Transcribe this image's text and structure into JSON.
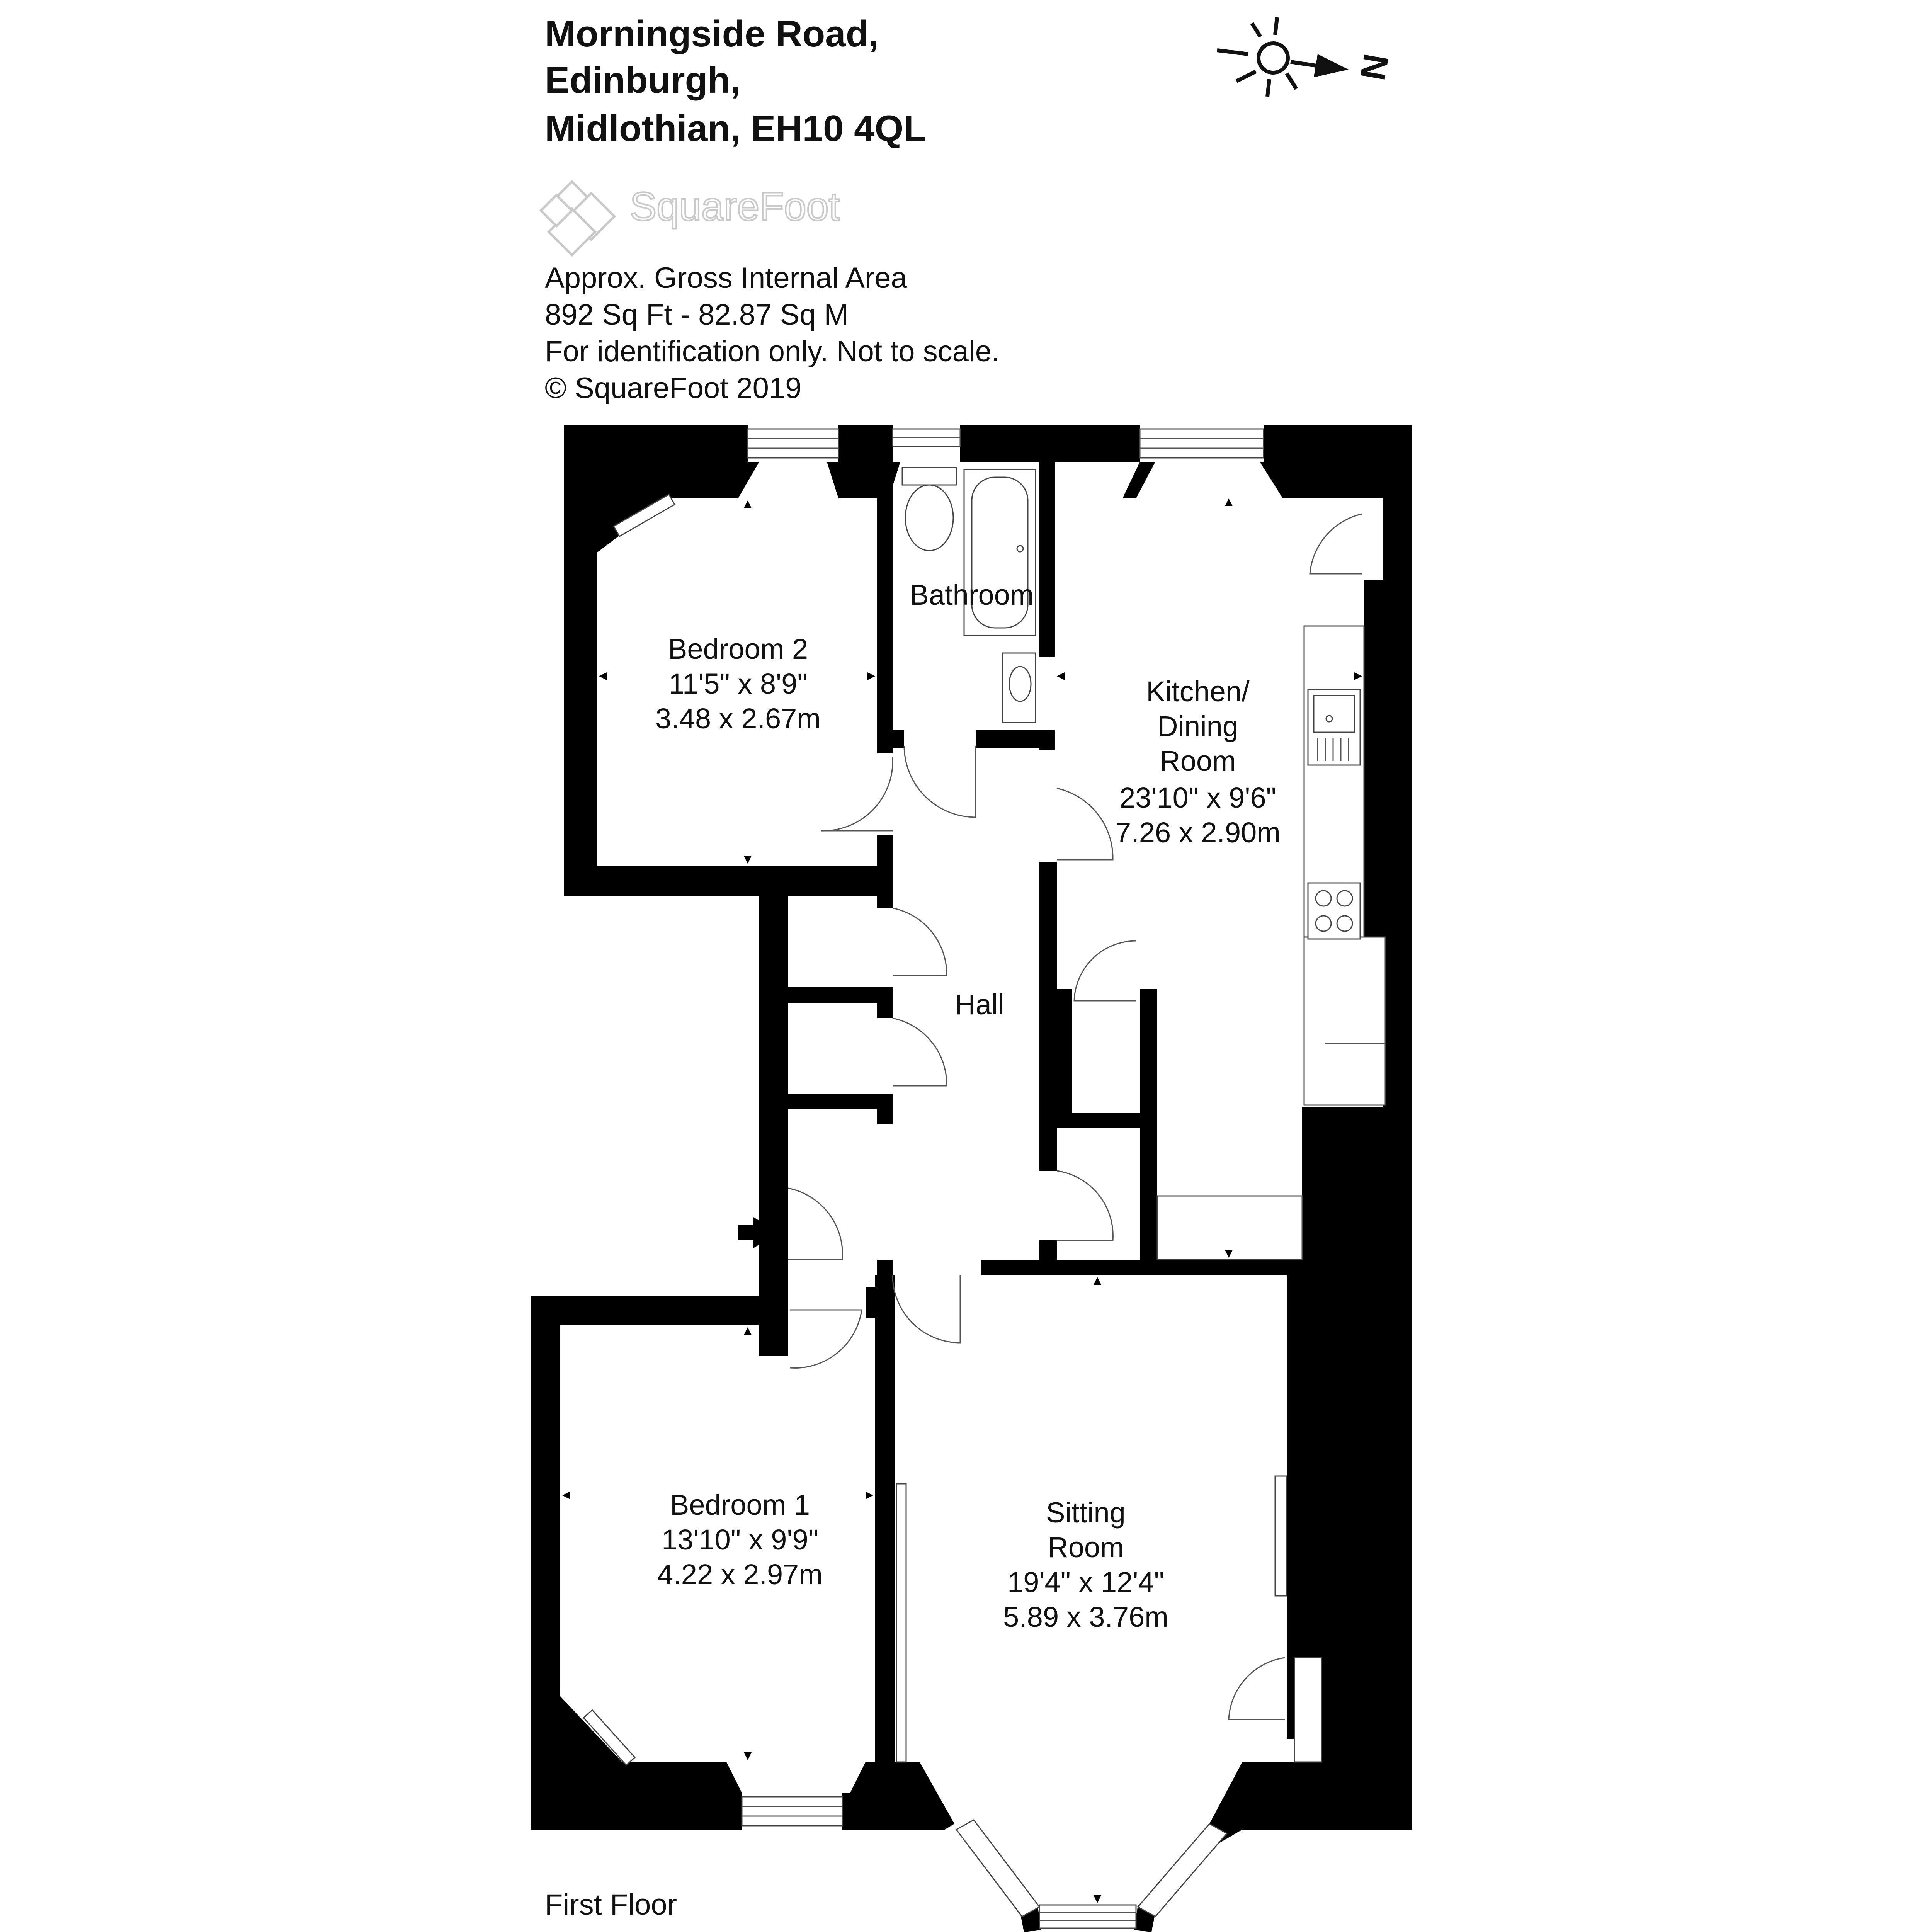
{
  "address": {
    "line1": "Morningside Road,",
    "line2": "Edinburgh,",
    "line3": "Midlothian, EH10 4QL"
  },
  "brand": {
    "name": "SquareFoot"
  },
  "info": {
    "line1": "Approx. Gross Internal Area",
    "line2": "892 Sq Ft  -  82.87 Sq M",
    "line3": "For identification only. Not to scale.",
    "line4": "© SquareFoot 2019"
  },
  "compass": {
    "label": "N"
  },
  "floor_label": "First Floor",
  "rooms": {
    "bedroom2": {
      "name": "Bedroom 2",
      "imperial": "11'5\" x 8'9\"",
      "metric": "3.48 x 2.67m"
    },
    "bathroom": {
      "name": "Bathroom"
    },
    "kitchen": {
      "name1": "Kitchen/",
      "name2": "Dining",
      "name3": "Room",
      "imperial": "23'10\" x 9'6\"",
      "metric": "7.26 x 2.90m"
    },
    "hall": {
      "name": "Hall"
    },
    "bedroom1": {
      "name": "Bedroom 1",
      "imperial": "13'10\" x 9'9\"",
      "metric": "4.22 x 2.97m"
    },
    "sitting": {
      "name1": "Sitting",
      "name2": "Room",
      "imperial": "19'4\" x 12'4\"",
      "metric": "5.89 x 3.76m"
    }
  }
}
